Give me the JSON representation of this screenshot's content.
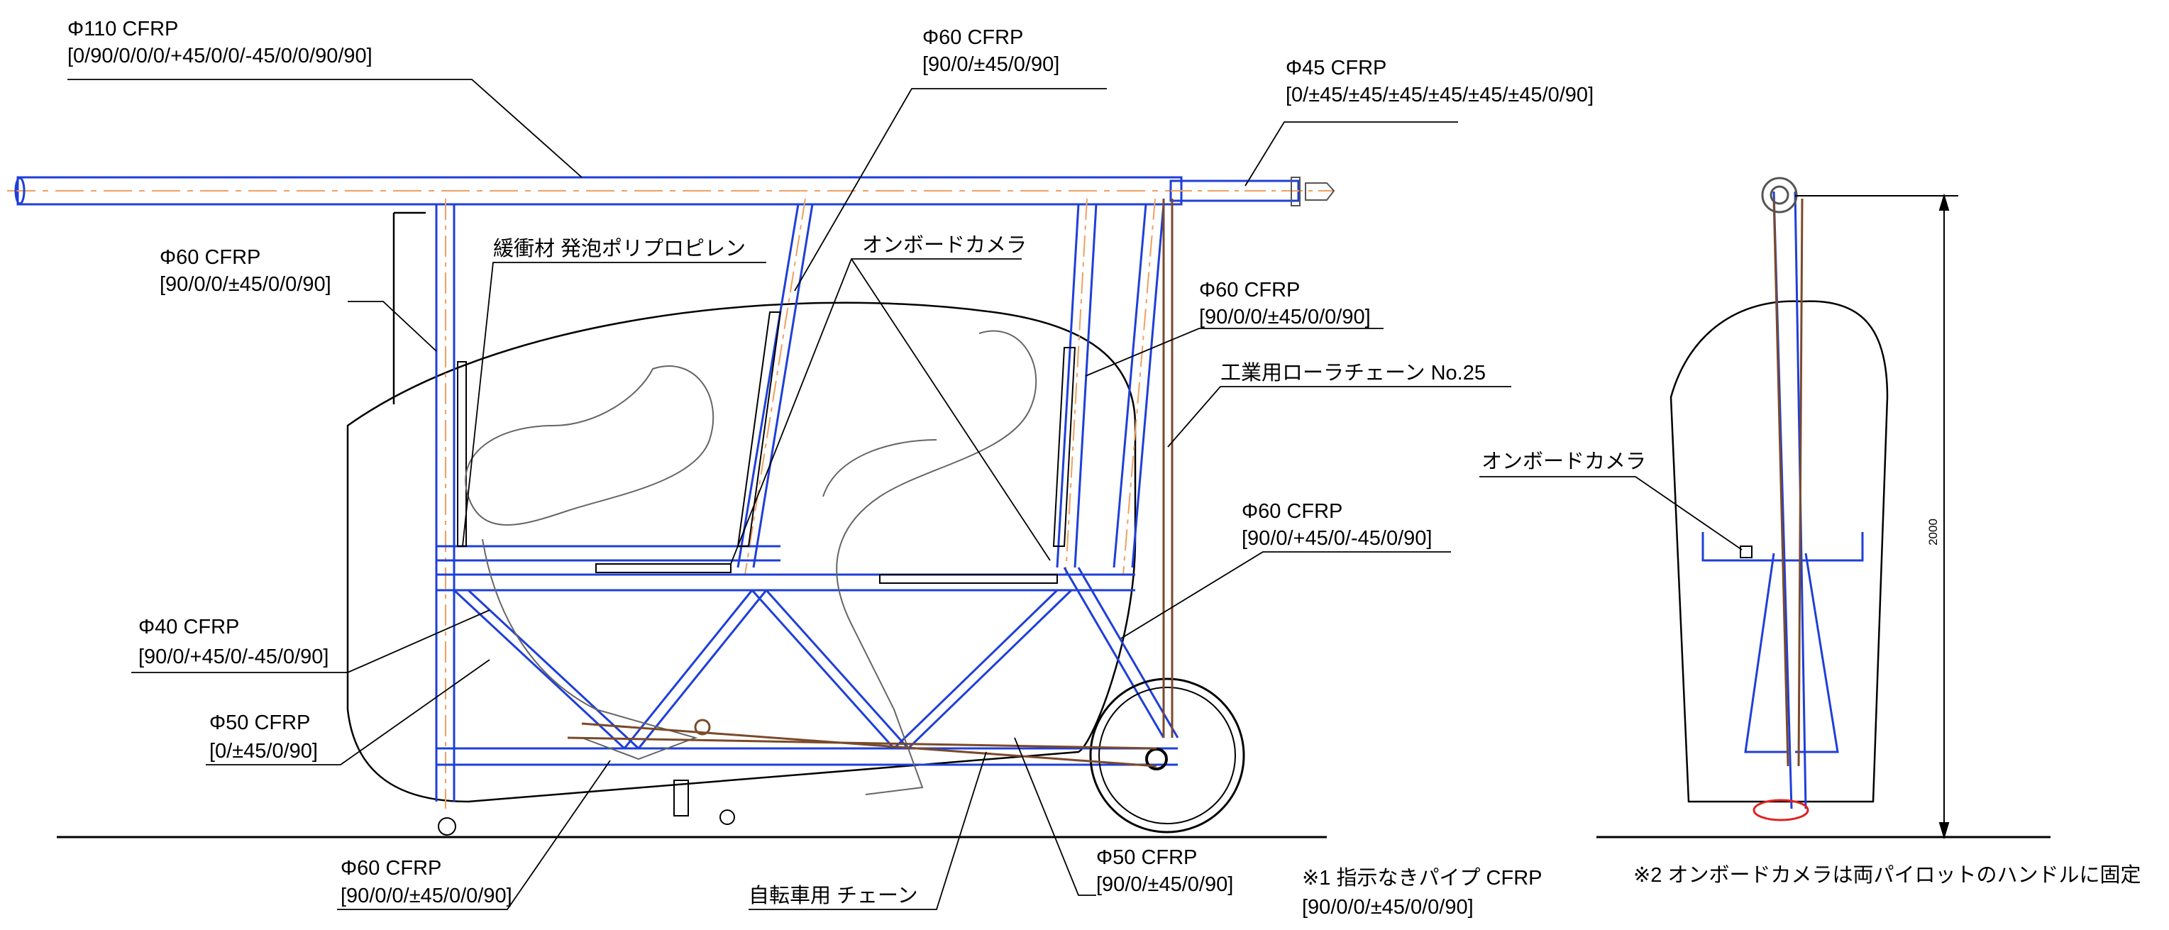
{
  "labels": {
    "top_tube": {
      "line1": "Φ110 CFRP",
      "line2": "[0/90/0/0/0/+45/0/0/-45/0/0/90/90]"
    },
    "diag_front_top": {
      "line1": "Φ60 CFRP",
      "line2": "[90/0/±45/0/90]"
    },
    "boom": {
      "line1": "Φ45 CFRP",
      "line2": "[0/±45/±45/±45/±45/±45/±45/0/90]"
    },
    "rear_post": {
      "line1": "Φ60 CFRP",
      "line2": "[90/0/0/±45/0/0/90]"
    },
    "cushion": "緩衝材 発泡ポリプロピレン",
    "onboard_camera_side": "オンボードカメラ",
    "front_post": {
      "line1": "Φ60 CFRP",
      "line2": "[90/0/0/±45/0/0/90]"
    },
    "roller_chain": "工業用ローラチェーン No.25",
    "front_brace": {
      "line1": "Φ60 CFRP",
      "line2": "[90/0/+45/0/-45/0/90]"
    },
    "lower_frame_40": {
      "line1": "Φ40 CFRP",
      "line2": "[90/0/+45/0/-45/0/90]"
    },
    "lower_frame_50": {
      "line1": "Φ50 CFRP",
      "line2": "[0/±45/0/90]"
    },
    "bottom_tube": {
      "line1": "Φ60 CFRP",
      "line2": "[90/0/0/±45/0/0/90]"
    },
    "bicycle_chain": "自転車用 チェーン",
    "chain_stay": {
      "line1": "Φ50 CFRP",
      "line2": "[90/0/±45/0/90]"
    },
    "note1": {
      "line1": "※1 指示なきパイプ CFRP",
      "line2": "[90/0/0/±45/0/0/90]"
    },
    "onboard_camera_front": "オンボードカメラ",
    "note2": "※2 オンボードカメラは両パイロットのハンドルに固定",
    "height_dim": "2000"
  },
  "colors": {
    "frame": "#1f3fd8",
    "centerline": "#f0a060",
    "outline": "#000000",
    "silhouette": "#666666",
    "chain": "#7a4a2a",
    "accent": "#e02020"
  }
}
